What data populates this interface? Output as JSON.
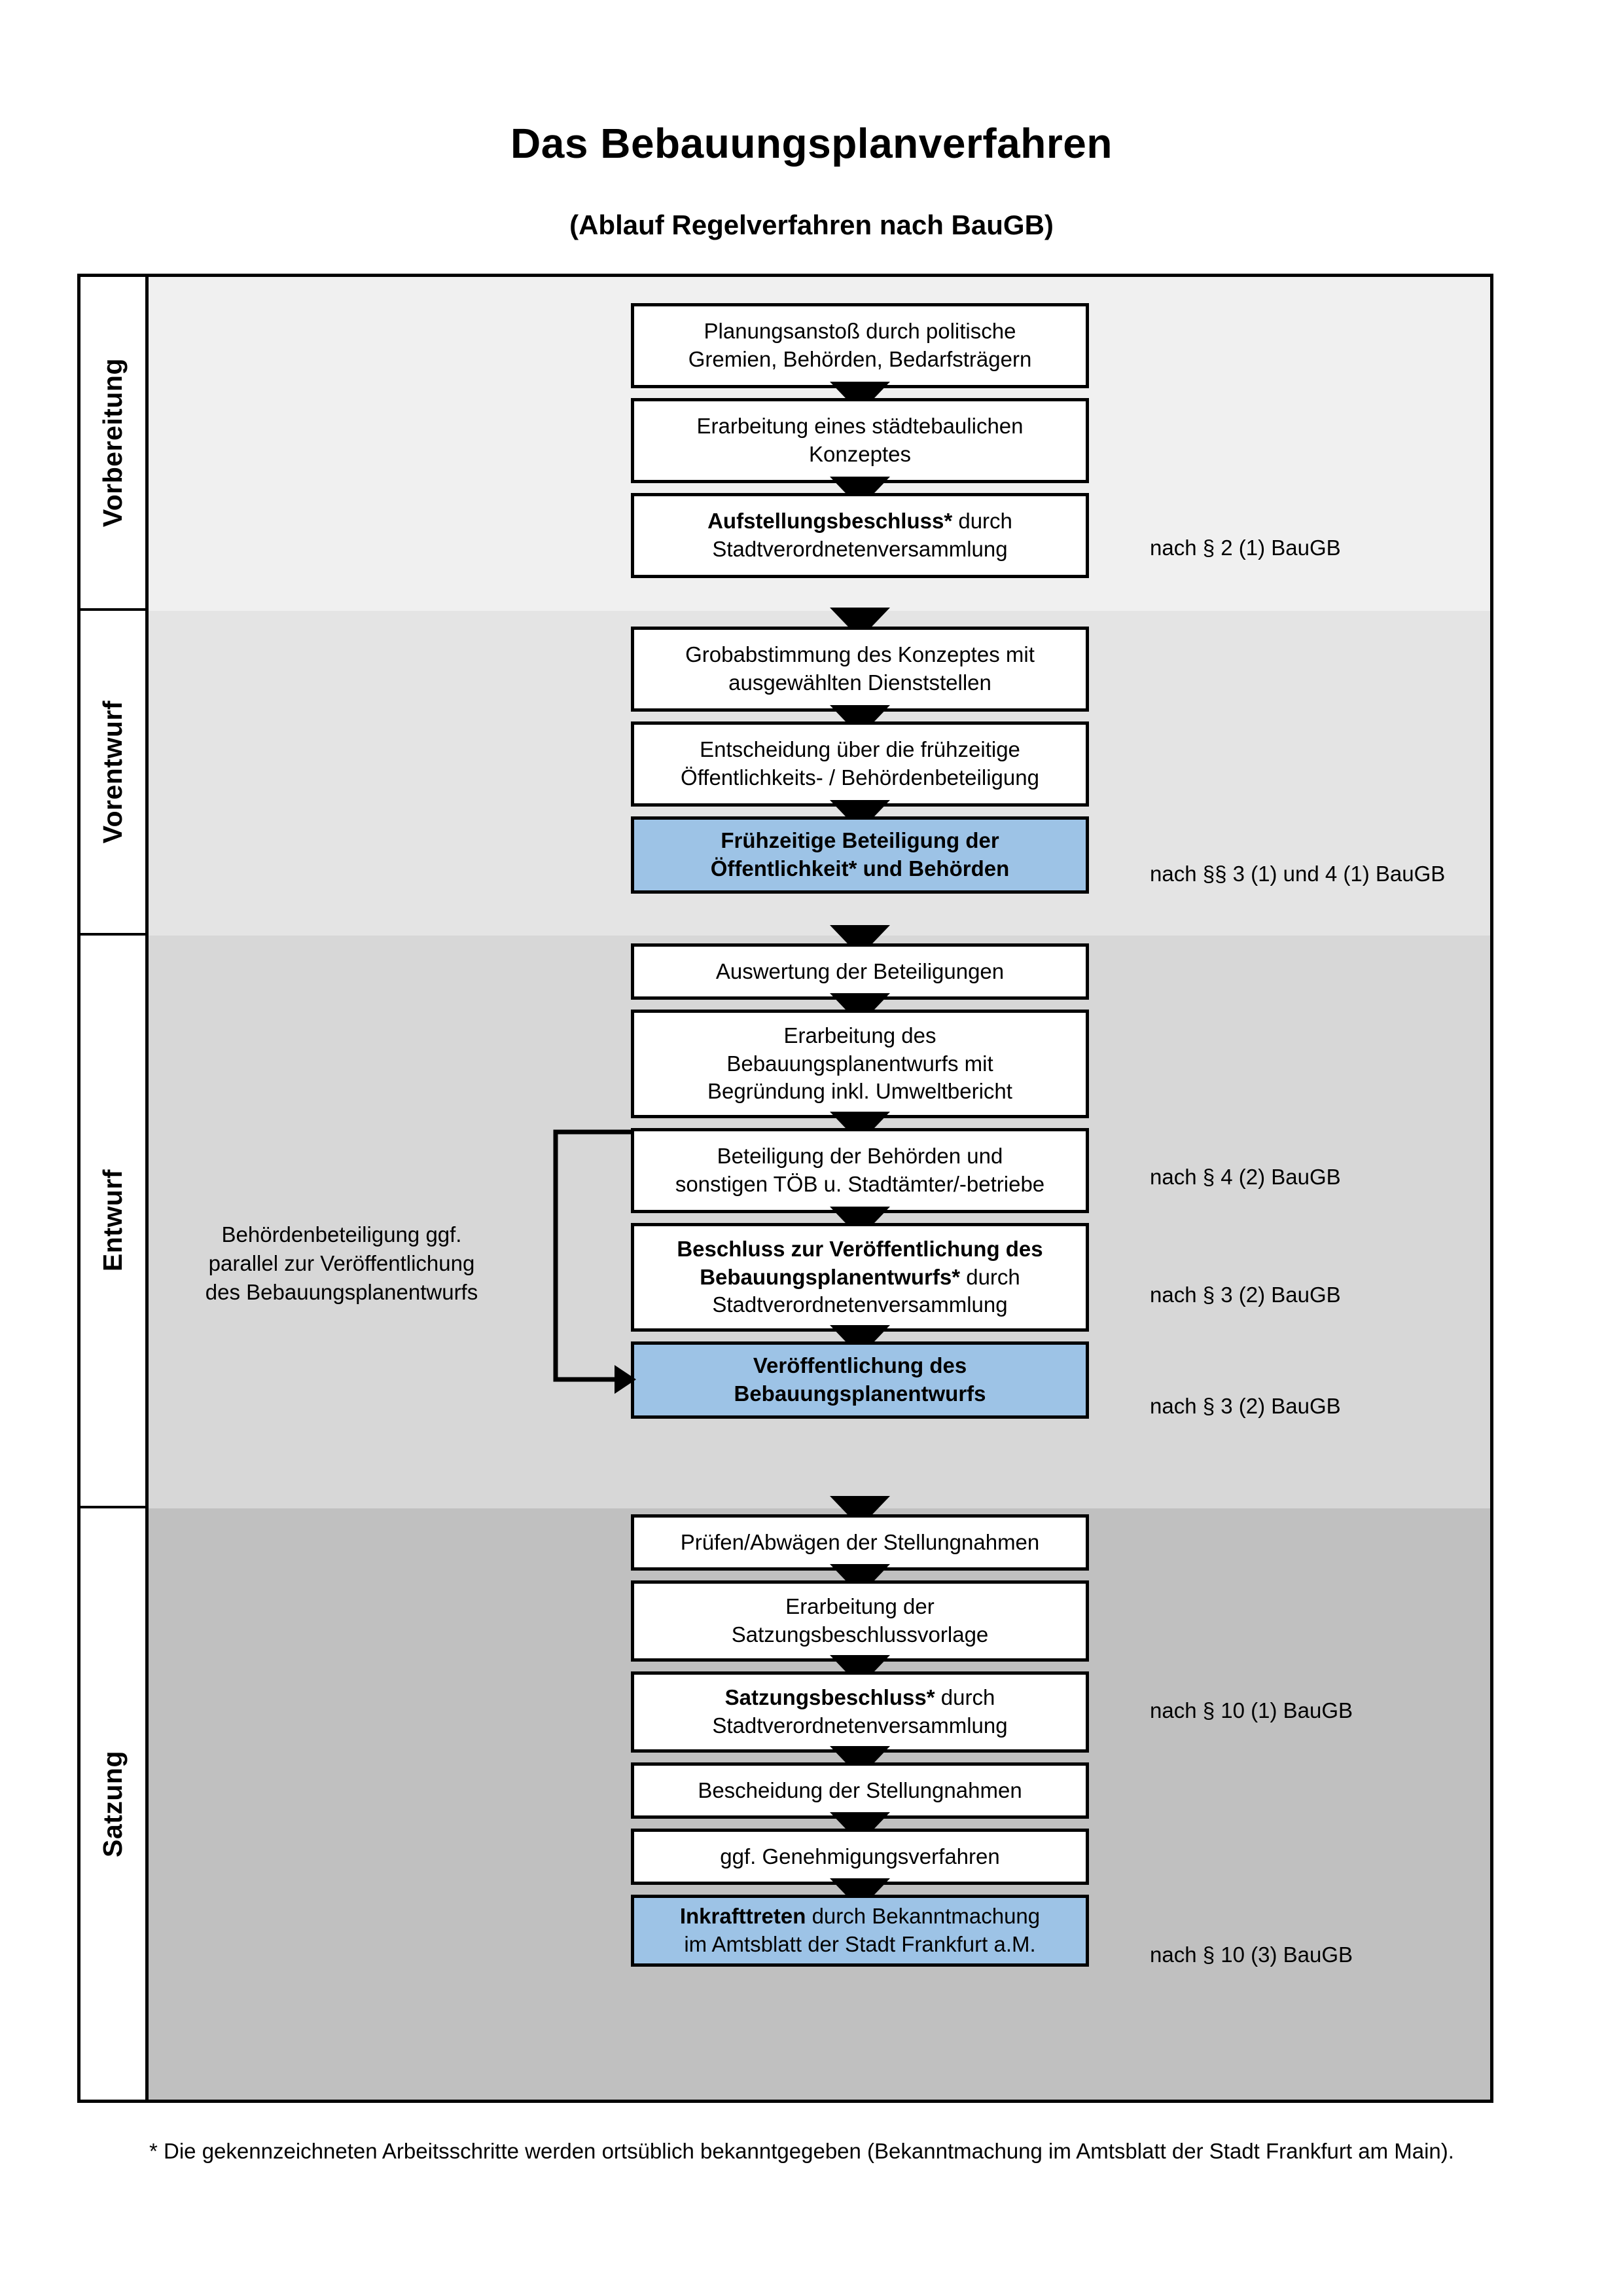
{
  "header": {
    "title": "Das Bebauungsplanverfahren",
    "subtitle": "(Ablauf Regelverfahren nach BauGB)"
  },
  "lanes": [
    {
      "id": "vorbereitung",
      "label": "Vorbereitung"
    },
    {
      "id": "vorentwurf",
      "label": "Vorentwurf"
    },
    {
      "id": "entwurf",
      "label": "Entwurf"
    },
    {
      "id": "satzung",
      "label": "Satzung"
    }
  ],
  "colors": {
    "band_vorbereitung": "#f0f0f0",
    "band_vorentwurf": "#e4e4e4",
    "band_entwurf": "#d7d7d7",
    "band_satzung": "#c0c0c0",
    "highlight_blue": "#9dc3e6",
    "outline": "#000000"
  },
  "steps": {
    "s1": {
      "l1": "Planungsanstoß durch politische",
      "l2": "Gremien, Behörden, Bedarfsträgern"
    },
    "s2": {
      "l1": "Erarbeitung eines städtebaulichen",
      "l2": "Konzeptes"
    },
    "s3": {
      "l1b": "Aufstellungsbeschluss*",
      "l1r": " durch",
      "l2": "Stadtverordnetenversammlung"
    },
    "s4": {
      "l1": "Grobabstimmung des Konzeptes mit",
      "l2": "ausgewählten Dienststellen"
    },
    "s5": {
      "l1": "Entscheidung über die frühzeitige",
      "l2": "Öffentlichkeits- / Behördenbeteiligung"
    },
    "s6": {
      "l1": "Frühzeitige Beteiligung der",
      "l2": "Öffentlichkeit* und Behörden"
    },
    "s7": {
      "l1": "Auswertung der Beteiligungen"
    },
    "s8": {
      "l1": "Erarbeitung des",
      "l2": "Bebauungsplanentwurfs mit",
      "l3": "Begründung inkl. Umweltbericht"
    },
    "s9": {
      "l1": "Beteiligung der Behörden und",
      "l2": "sonstigen TÖB u. Stadtämter/-betriebe"
    },
    "s10": {
      "l1b": "Beschluss zur Veröffentlichung des",
      "l2b": "Bebauungsplanentwurfs*",
      "l2r": " durch",
      "l3": "Stadtverordnetenversammlung"
    },
    "s11": {
      "l1": "Veröffentlichung des",
      "l2": "Bebauungsplanentwurfs"
    },
    "s12": {
      "l1": "Prüfen/Abwägen der Stellungnahmen"
    },
    "s13": {
      "l1": "Erarbeitung der",
      "l2": "Satzungsbeschlussvorlage"
    },
    "s14": {
      "l1b": "Satzungsbeschluss*",
      "l1r": " durch",
      "l2": "Stadtverordnetenversammlung"
    },
    "s15": {
      "l1": "Bescheidung der Stellungnahmen"
    },
    "s16": {
      "l1": "ggf. Genehmigungsverfahren"
    },
    "s17": {
      "l1b": "Inkrafttreten",
      "l1r": " durch Bekanntmachung",
      "l2": "im Amtsblatt der Stadt Frankfurt a.M."
    }
  },
  "legal": {
    "g1": "nach § 2 (1) BauGB",
    "g2": "nach §§ 3 (1) und 4 (1) BauGB",
    "g3": "nach § 4 (2) BauGB",
    "g4": "nach § 3 (2) BauGB",
    "g5": "nach § 3 (2) BauGB",
    "g6": "nach § 10 (1) BauGB",
    "g7": "nach § 10 (3) BauGB"
  },
  "sidenote": {
    "l1": "Behördenbeteiligung",
    "l2": "ggf. parallel zur",
    "l3": "Veröffentlichung des",
    "l4": "Bebauungsplanentwurfs"
  },
  "footnote": {
    "text": "* Die gekennzeichneten Arbeitsschritte werden ortsüblich bekanntgegeben (Bekanntmachung im Amtsblatt  der Stadt Frankfurt am Main)."
  }
}
